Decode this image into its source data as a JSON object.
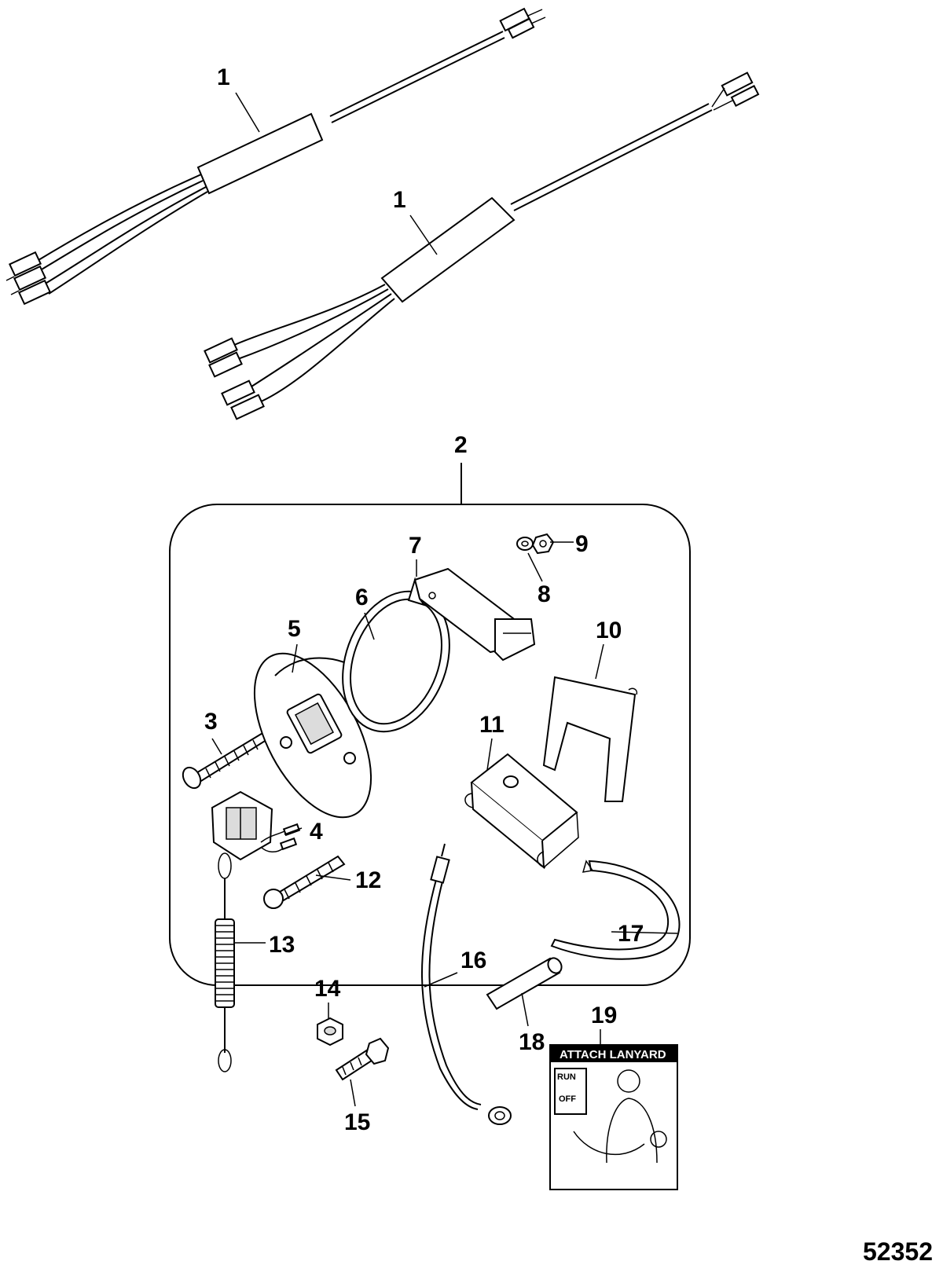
{
  "callouts": {
    "c1a": "1",
    "c1b": "1",
    "c2": "2",
    "c3": "3",
    "c4": "4",
    "c5": "5",
    "c6": "6",
    "c7": "7",
    "c8": "8",
    "c9": "9",
    "c10": "10",
    "c11": "11",
    "c12": "12",
    "c13": "13",
    "c14": "14",
    "c15": "15",
    "c16": "16",
    "c17": "17",
    "c18": "18",
    "c19": "19"
  },
  "decal": {
    "title": "ATTACH LANYARD",
    "run": "RUN",
    "off": "OFF"
  },
  "figure_number": "52352"
}
